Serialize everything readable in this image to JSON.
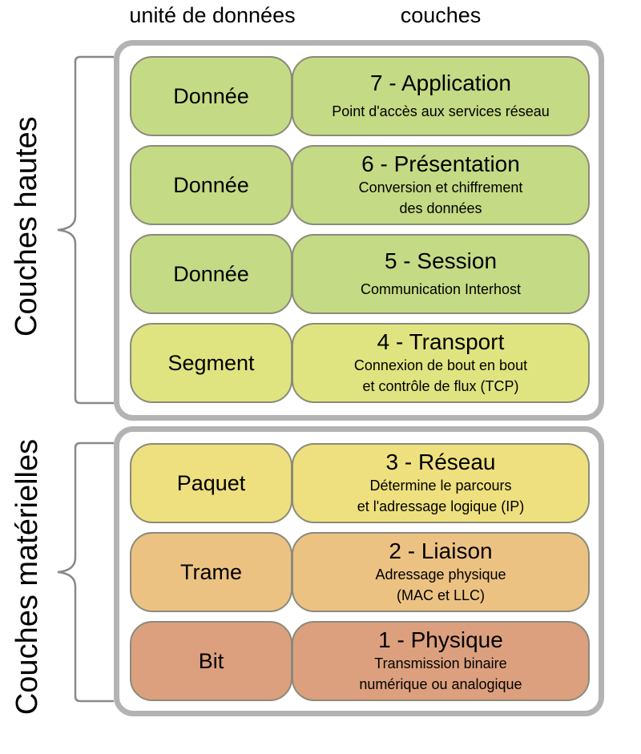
{
  "headers": {
    "unit": "unité de données",
    "layers": "couches"
  },
  "groups": {
    "upper": {
      "label": "Couches hautes"
    },
    "lower": {
      "label": "Couches matérielles"
    }
  },
  "colors": {
    "group_border": "#b3b3b3",
    "layer7": "#c5da84",
    "layer6": "#c5da84",
    "layer5": "#c5da84",
    "layer4": "#dfe480",
    "layer3": "#eee07e",
    "layer2": "#ecc283",
    "layer1": "#dca07e"
  },
  "rows": [
    {
      "unit": "Donnée",
      "title": "7 - Application",
      "desc": [
        "Point d'accès aux services réseau"
      ]
    },
    {
      "unit": "Donnée",
      "title": "6 - Présentation",
      "desc": [
        "Conversion et chiffrement",
        "des données"
      ]
    },
    {
      "unit": "Donnée",
      "title": "5 - Session",
      "desc": [
        "Communication Interhost"
      ]
    },
    {
      "unit": "Segment",
      "title": "4 - Transport",
      "desc": [
        "Connexion de bout en bout",
        "et contrôle de flux (TCP)"
      ]
    },
    {
      "unit": "Paquet",
      "title": "3 - Réseau",
      "desc": [
        "Détermine le parcours",
        "et l'adressage logique (IP)"
      ]
    },
    {
      "unit": "Trame",
      "title": "2 - Liaison",
      "desc": [
        "Adressage physique",
        "(MAC et LLC)"
      ]
    },
    {
      "unit": "Bit",
      "title": "1 - Physique",
      "desc": [
        "Transmission binaire",
        "numérique ou analogique"
      ]
    }
  ]
}
